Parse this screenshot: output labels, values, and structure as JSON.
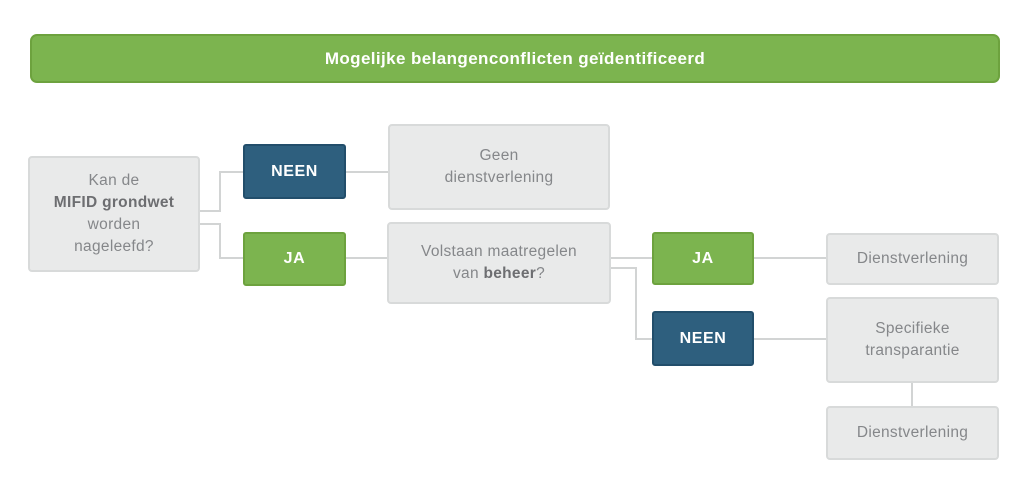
{
  "header": {
    "title": "Mogelijke belangenconflicten geïdentificeerd"
  },
  "colors": {
    "green": "#7cb44f",
    "green_border": "#6da23e",
    "blue": "#2e5f7e",
    "blue_border": "#224e6b",
    "box_fill": "#e9eaea",
    "box_border": "#d8dada",
    "connector": "#d2d4d4",
    "text_gray": "#85878a",
    "text_gray_bold": "#6d6e71",
    "banner_text": "#ffffff"
  },
  "nodes": {
    "question_mifid": {
      "line1": "Kan de",
      "line2_bold": "MIFID grondwet",
      "line3": "worden",
      "line4": "nageleefd?"
    },
    "neen_1": {
      "label": "NEEN"
    },
    "ja_1": {
      "label": "JA"
    },
    "geen_dienstverlening": {
      "line1": "Geen",
      "line2": "dienstverlening"
    },
    "question_beheer": {
      "line1": "Volstaan maatregelen",
      "line2_pre": "van ",
      "line2_bold": "beheer",
      "line2_post": "?"
    },
    "ja_2": {
      "label": "JA"
    },
    "neen_2": {
      "label": "NEEN"
    },
    "dienstverlening_top": {
      "label": "Dienstverlening"
    },
    "specifieke_transparantie": {
      "line1": "Specifieke",
      "line2": "transparantie"
    },
    "dienstverlening_bottom": {
      "label": "Dienstverlening"
    }
  }
}
